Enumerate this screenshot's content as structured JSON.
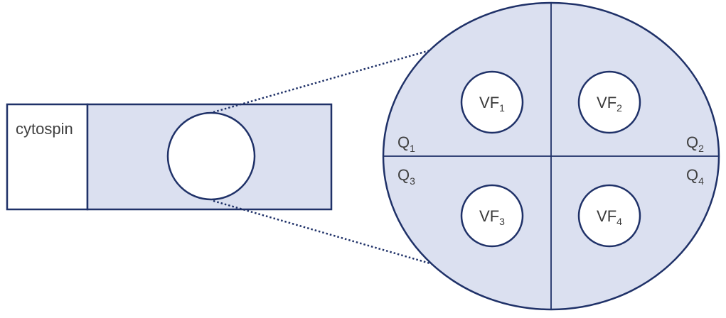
{
  "slide": {
    "label": "cytospin",
    "fill_color": "#dbe0f0",
    "stroke_color": "#1f3168"
  },
  "zoom": {
    "quadrants": [
      {
        "base": "Q",
        "sub": "1"
      },
      {
        "base": "Q",
        "sub": "2"
      },
      {
        "base": "Q",
        "sub": "3"
      },
      {
        "base": "Q",
        "sub": "4"
      }
    ],
    "fields": [
      {
        "base": "VF",
        "sub": "1"
      },
      {
        "base": "VF",
        "sub": "2"
      },
      {
        "base": "VF",
        "sub": "3"
      },
      {
        "base": "VF",
        "sub": "4"
      }
    ]
  }
}
